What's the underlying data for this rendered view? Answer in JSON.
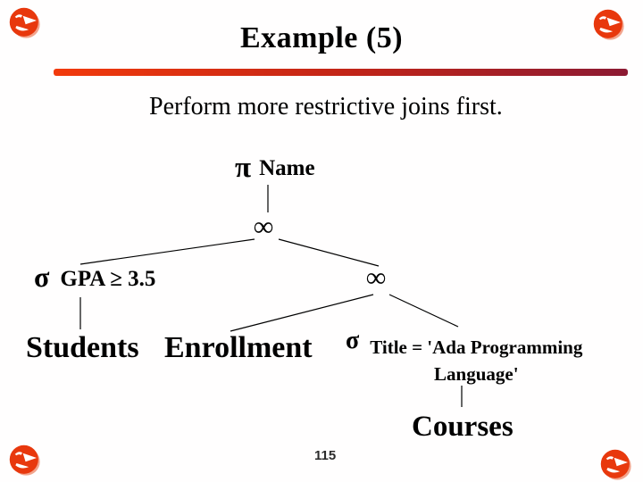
{
  "slide": {
    "title": "Example (5)",
    "subtitle": "Perform more restrictive joins first.",
    "page_number": "115"
  },
  "tree": {
    "projection": {
      "symbol": "π",
      "label": "Name"
    },
    "join_top": {
      "symbol": "∞"
    },
    "join_inner": {
      "symbol": "∞"
    },
    "selection_gpa": {
      "symbol": "σ",
      "label": "GPA ≥ 3.5"
    },
    "selection_title": {
      "symbol": "σ",
      "label_line1": "Title = 'Ada Programming",
      "label_line2": "Language'"
    },
    "relations": {
      "students": "Students",
      "enrollment": "Enrollment",
      "courses": "Courses"
    }
  },
  "icons": {
    "corner": "orange-swirl-logo-icon"
  },
  "colors": {
    "accent_bar_start": "#f23a0c",
    "accent_bar_end": "#8c1a33",
    "logo_fill": "#e8380d",
    "logo_shadow": "#f2a48d",
    "text": "#000000",
    "background": "#ffffff"
  }
}
